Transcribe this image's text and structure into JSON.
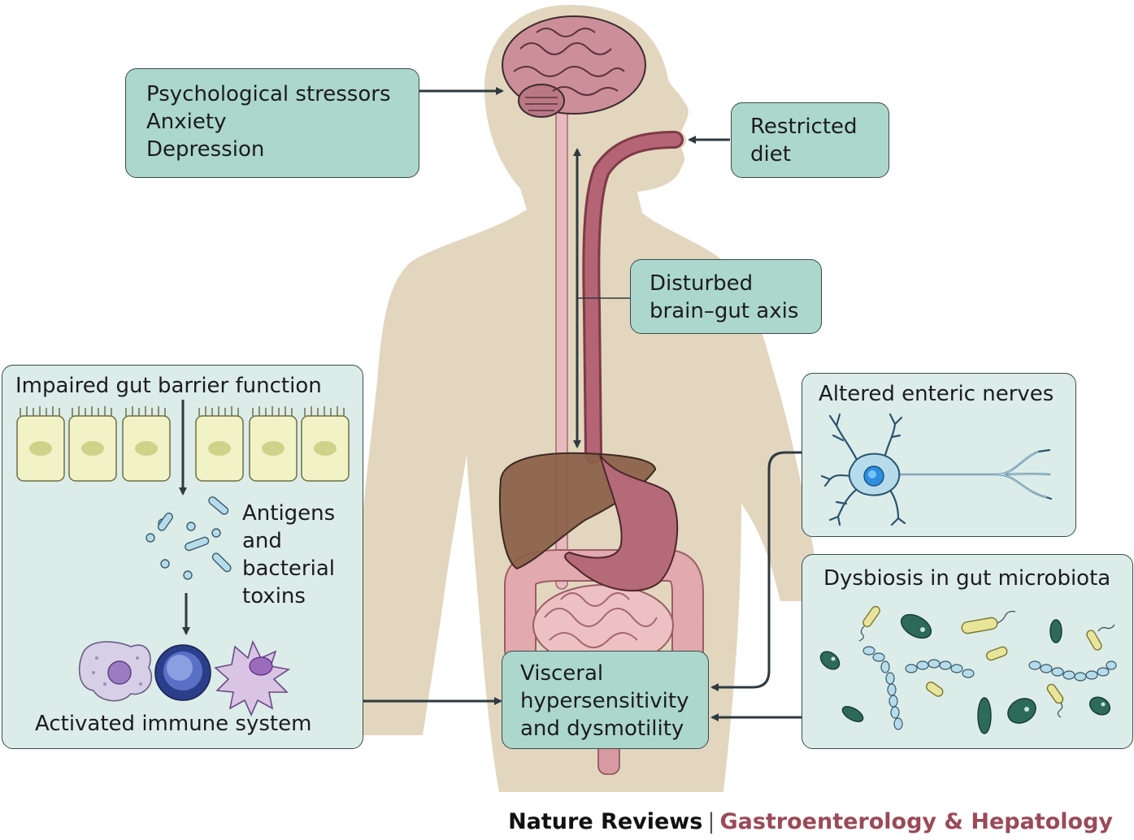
{
  "boxes": {
    "stressors": {
      "lines": [
        "Psychological stressors",
        "Anxiety",
        "Depression"
      ]
    },
    "diet": {
      "lines": [
        "Restricted",
        "diet"
      ]
    },
    "axis": {
      "lines": [
        "Disturbed",
        "brain–gut axis"
      ]
    },
    "barrier": {
      "title": "Impaired gut barrier function",
      "antigens": [
        "Antigens",
        "and",
        "bacterial",
        "toxins"
      ],
      "immune": "Activated immune system"
    },
    "nerves": {
      "title": "Altered enteric nerves"
    },
    "dysbiosis": {
      "title": "Dysbiosis in gut microbiota"
    },
    "visceral": {
      "lines": [
        "Visceral",
        "hypersensitivity",
        "and dysmotility"
      ]
    }
  },
  "footer": {
    "journal": "Nature Reviews",
    "separator": "|",
    "section": "Gastroenterology & Hepatology"
  },
  "colors": {
    "body": "#e2d6bf",
    "box_teal": "#acd7cd",
    "box_pale": "#dcece9",
    "arrow": "#2e3a40",
    "brain": "#c98a95",
    "liver": "#8a6048",
    "stomach": "#b56a78",
    "intestine": "#e0a8ae",
    "footer_accent": "#9a4a58"
  }
}
